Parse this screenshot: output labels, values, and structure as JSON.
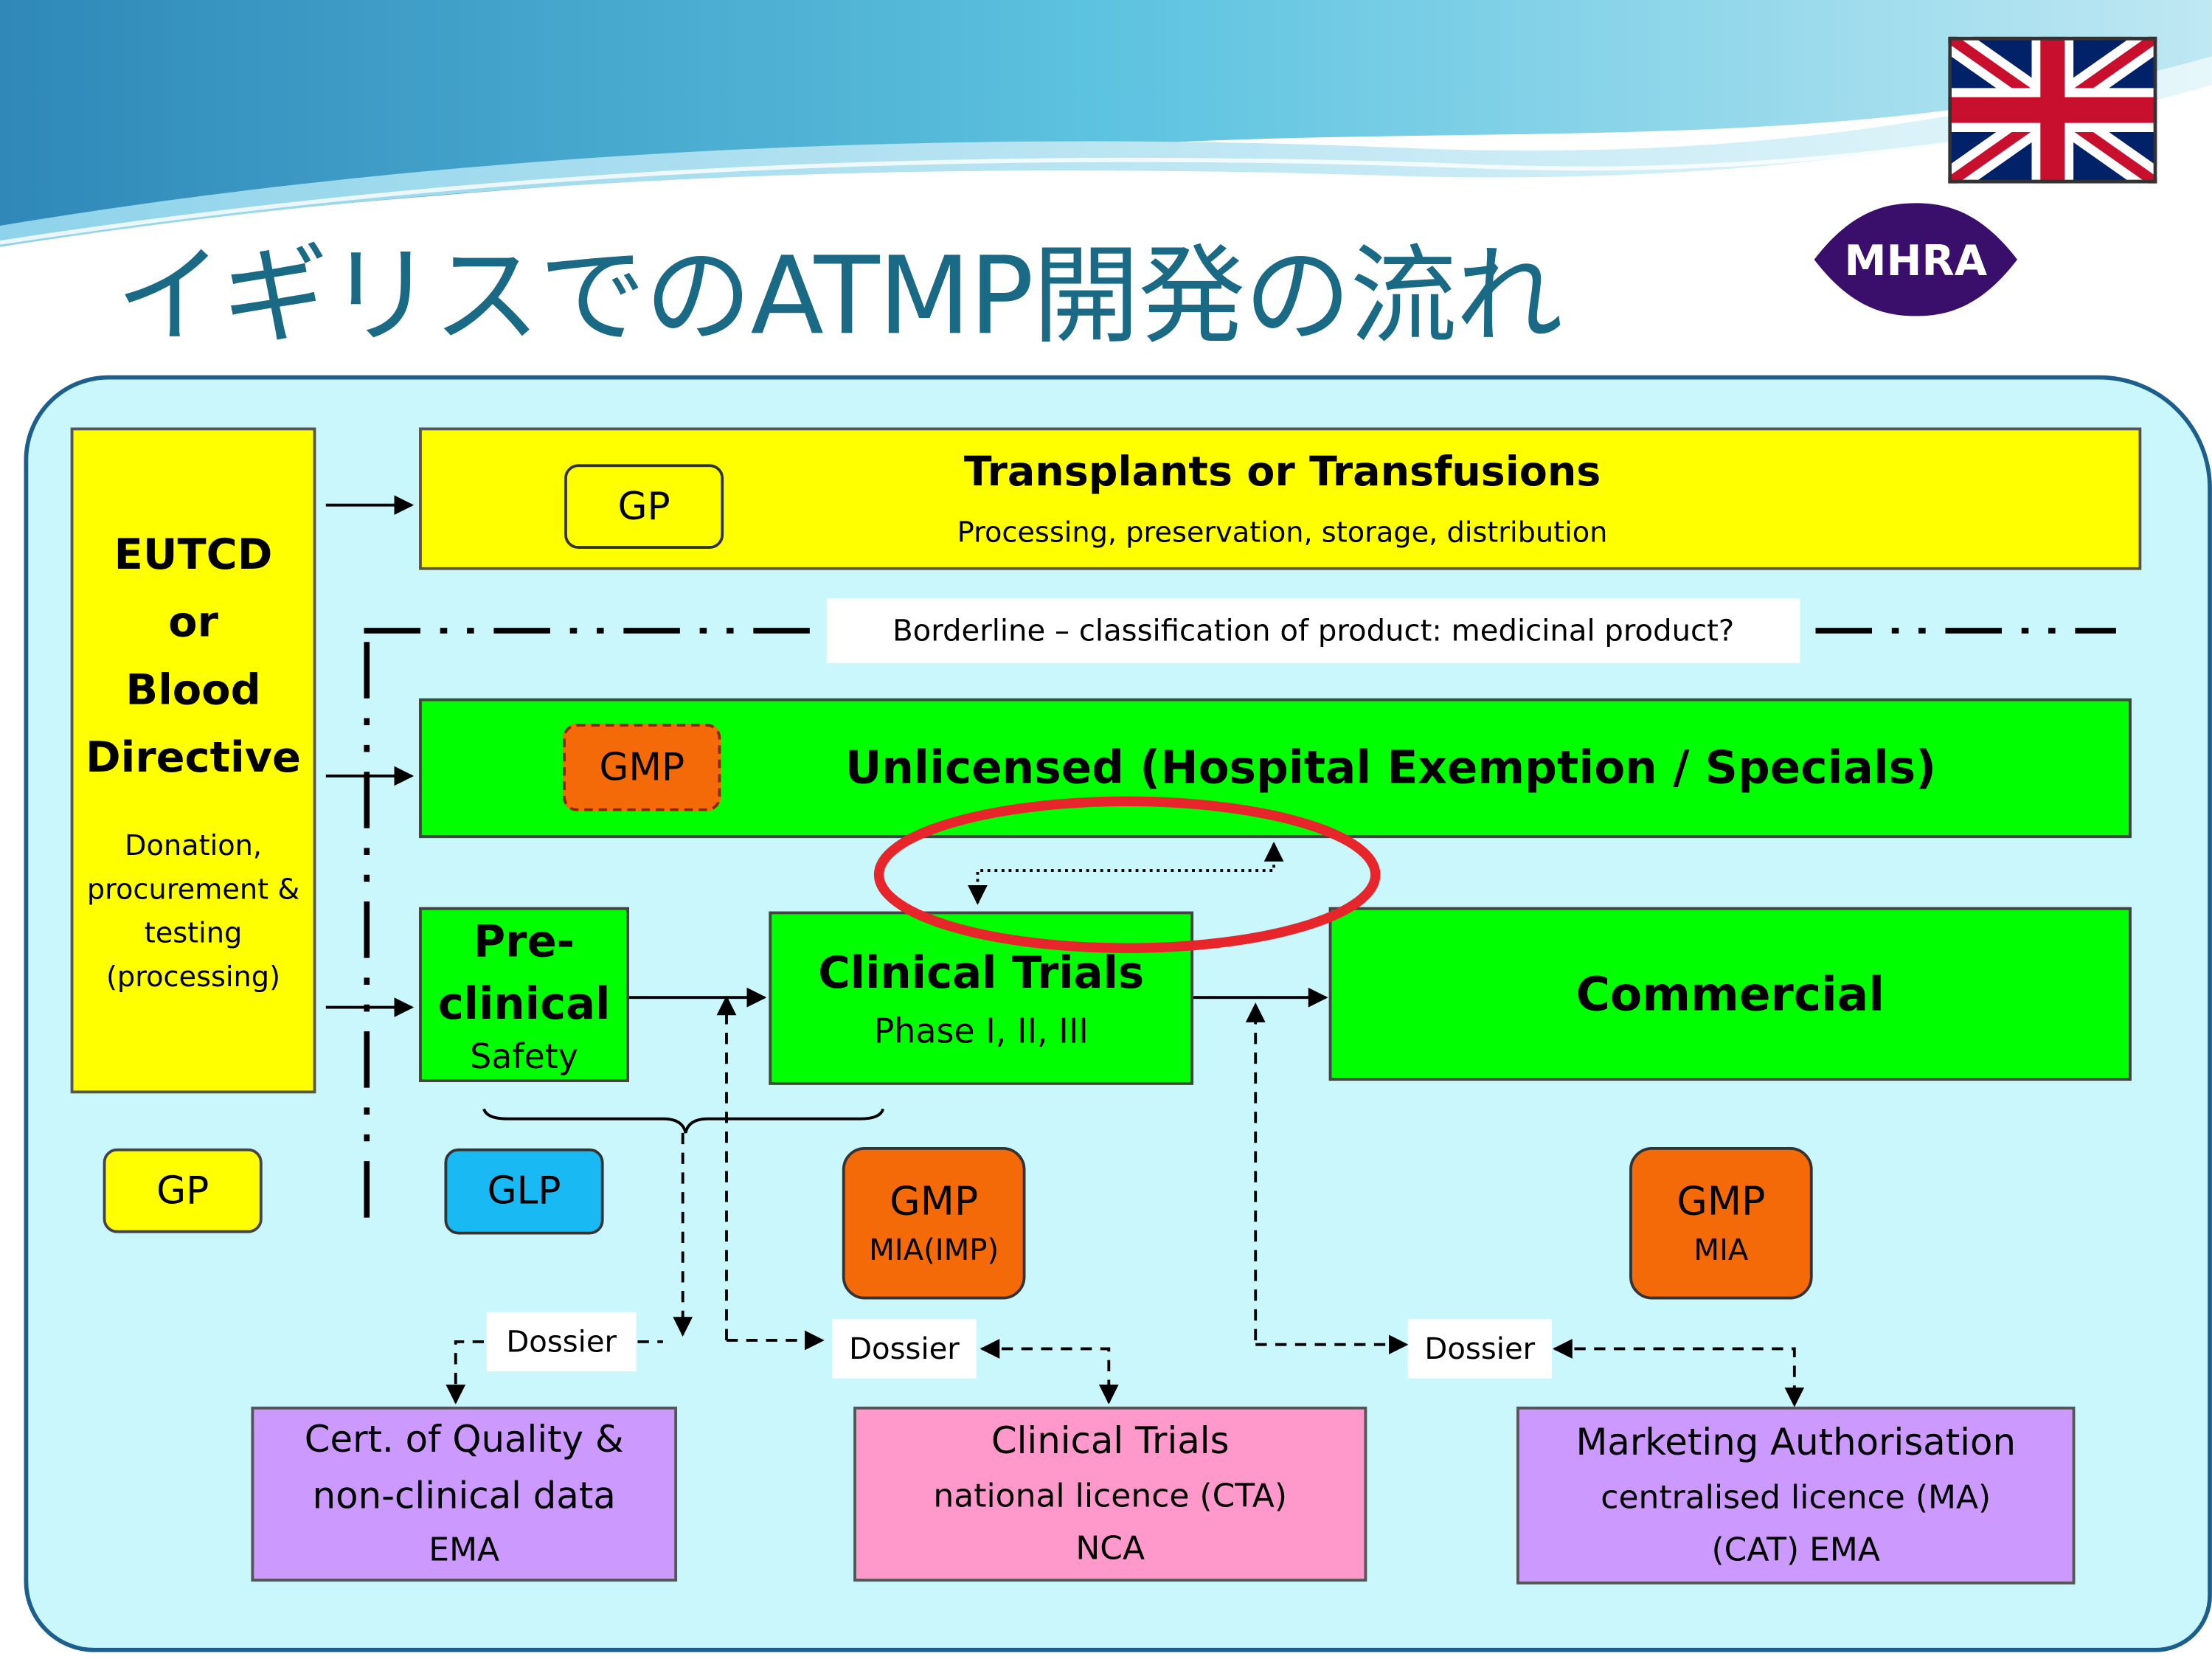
{
  "title": "イギリスでのATMP開発の流れ",
  "logo": {
    "text": "MHRA",
    "color": "#3a0f6b"
  },
  "flag_icon": "union-jack-icon",
  "colors": {
    "panel": "#c9f7fb",
    "yellow": "#ffff00",
    "green": "#00ff00",
    "orange": "#f56a08",
    "cyan": "#19b9f3",
    "purple": "#cc99ff",
    "pink": "#ff99cc",
    "red_ellipse": "#e6262b"
  },
  "directive": {
    "line1": "EUTCD",
    "line2": "or",
    "line3": "Blood",
    "line4": "Directive",
    "sub1": "Donation,",
    "sub2": "procurement  &",
    "sub3": "testing",
    "sub4": "(processing)"
  },
  "gp_left": "GP",
  "transplants": {
    "gp": "GP",
    "title": "Transplants or Transfusions",
    "subtitle": "Processing, preservation, storage, distribution"
  },
  "borderline": "Borderline – classification of product:  medicinal product?",
  "unlicensed": {
    "gmp": "GMP",
    "title": "Unlicensed (Hospital Exemption / Specials)"
  },
  "preclinical": {
    "line1": "Pre-",
    "line2": "clinical",
    "line3": "Safety"
  },
  "clinical": {
    "title": "Clinical Trials",
    "subtitle": "Phase I, II, III"
  },
  "commercial": "Commercial",
  "glp": "GLP",
  "gmp_imp": {
    "line1": "GMP",
    "line2": "MIA(IMP)"
  },
  "gmp_mia": {
    "line1": "GMP",
    "line2": "MIA"
  },
  "dossier_labels": [
    "Dossier",
    "Dossier",
    "Dossier"
  ],
  "bottom": [
    {
      "line1": "Cert. of Quality &",
      "line2": "non-clinical data",
      "line3": "EMA"
    },
    {
      "line1": "Clinical Trials",
      "line2": "national licence (CTA)",
      "line3": "NCA"
    },
    {
      "line1": "Marketing Authorisation",
      "line2": "centralised licence (MA)",
      "line3": "(CAT) EMA"
    }
  ]
}
